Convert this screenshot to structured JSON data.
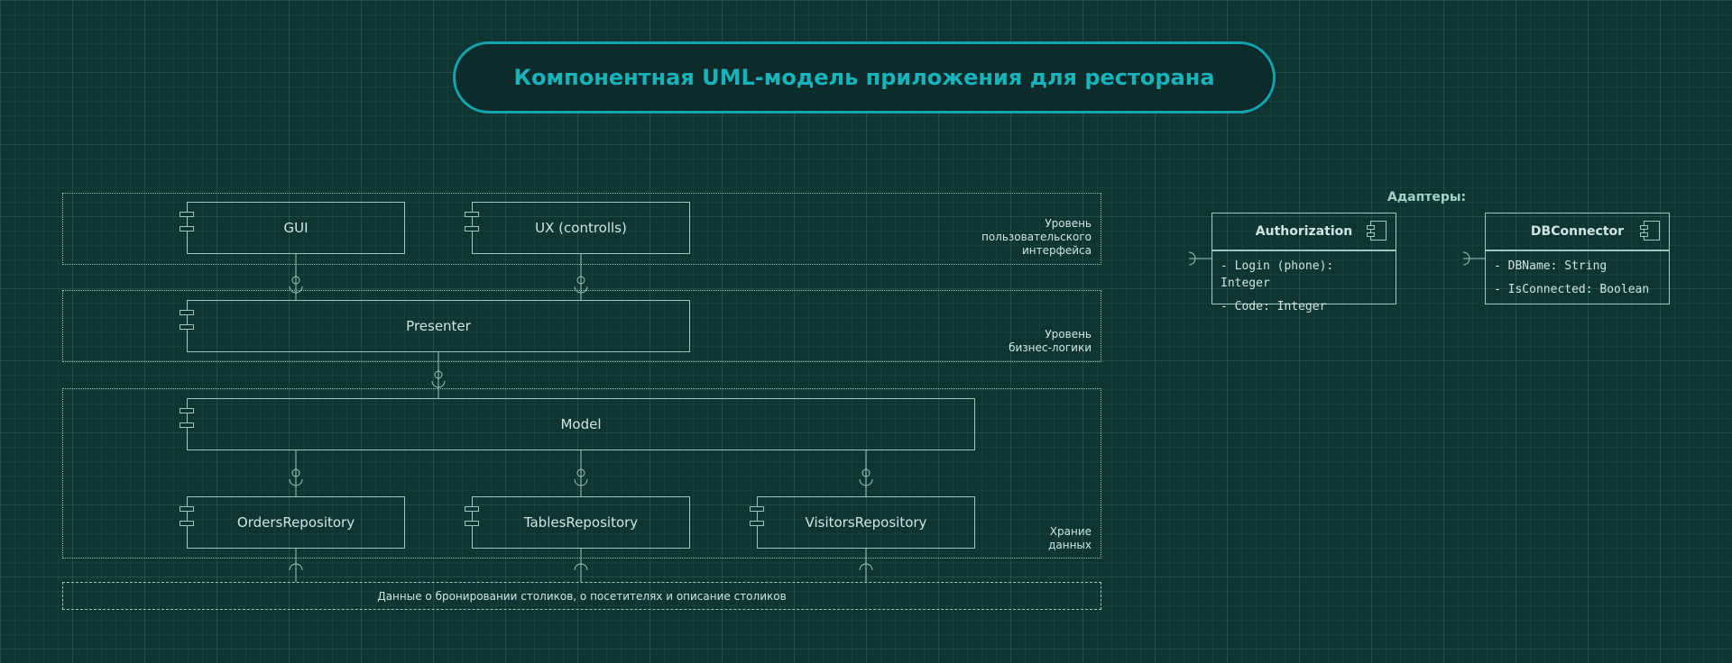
{
  "title": "Компонентная UML-модель приложения для ресторана",
  "layers": {
    "ui": {
      "label_line1": "Уровень",
      "label_line2": "пользовательского",
      "label_line3": "интерфейса"
    },
    "business": {
      "label_line1": "Уровень",
      "label_line2": "бизнес-логики"
    },
    "storage": {
      "label_line1": "Храние",
      "label_line2": "данных"
    }
  },
  "components": {
    "gui": "GUI",
    "ux": "UX (controlls)",
    "presenter": "Presenter",
    "model": "Model",
    "orders": "OrdersRepository",
    "tables": "TablesRepository",
    "visitors": "VisitorsRepository"
  },
  "data_store": "Данные о бронировании столиков, о посетителях и описание столиков",
  "adapters": {
    "label": "Адаптеры:",
    "authorization": {
      "name": "Authorization",
      "attrs": [
        "- Login (phone): Integer",
        "- Code: Integer"
      ]
    },
    "dbconnector": {
      "name": "DBConnector",
      "attrs": [
        "- DBName: String",
        "- IsConnected: Boolean"
      ]
    }
  },
  "colors": {
    "background": "#0f3533",
    "accent": "#16b3bb",
    "line": "#9cc7bf",
    "text": "#cfe6e0"
  }
}
